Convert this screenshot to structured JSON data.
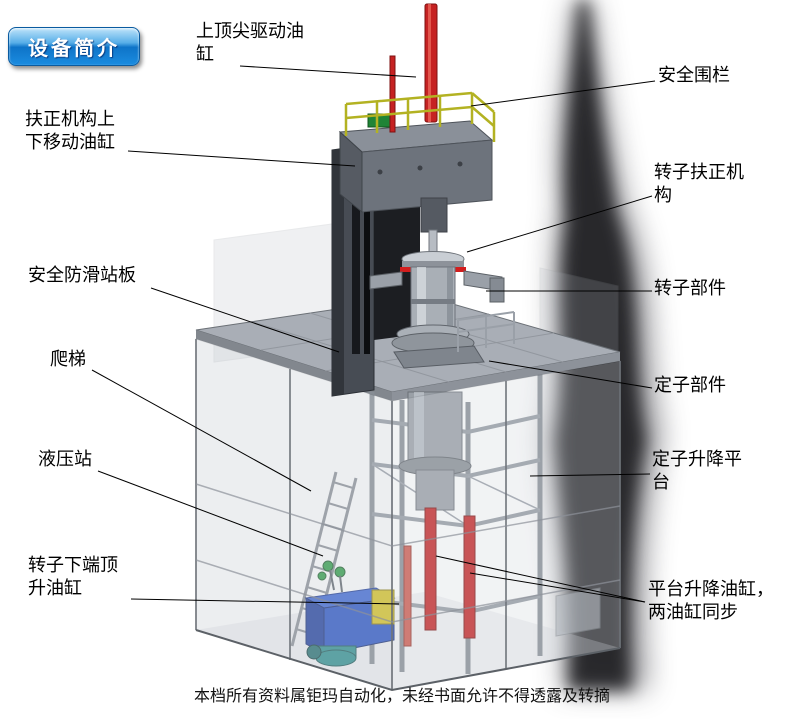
{
  "badge": {
    "label": "设备简介"
  },
  "labels": {
    "top_drive_cylinder": "上顶尖驱动油\n缸",
    "safety_fence": "安全围栏",
    "centering_move_cylinder": "扶正机构上\n下移动油缸",
    "rotor_centering_mechanism": "转子扶正机\n构",
    "anti_slip_platform": "安全防滑站板",
    "rotor_part": "转子部件",
    "ladder": "爬梯",
    "stator_part": "定子部件",
    "hydraulic_station": "液压站",
    "stator_lift_platform": "定子升降平\n台",
    "rotor_bottom_jack_cylinder": "转子下端顶\n升油缸",
    "platform_lift_cylinders": "平台升降油缸，\n两油缸同步"
  },
  "footer": {
    "text": "本档所有资料属钜玛自动化，未经书面允许不得透露及转摘"
  },
  "colors": {
    "badge_blue": "#1287dd",
    "cylinder_red": "#c62222",
    "fence_yellow": "#b3b222",
    "hydraulic_blue": "#2752c6",
    "frame_dark_gray": "#474c54",
    "panel_gray": "#c6cbd2"
  }
}
